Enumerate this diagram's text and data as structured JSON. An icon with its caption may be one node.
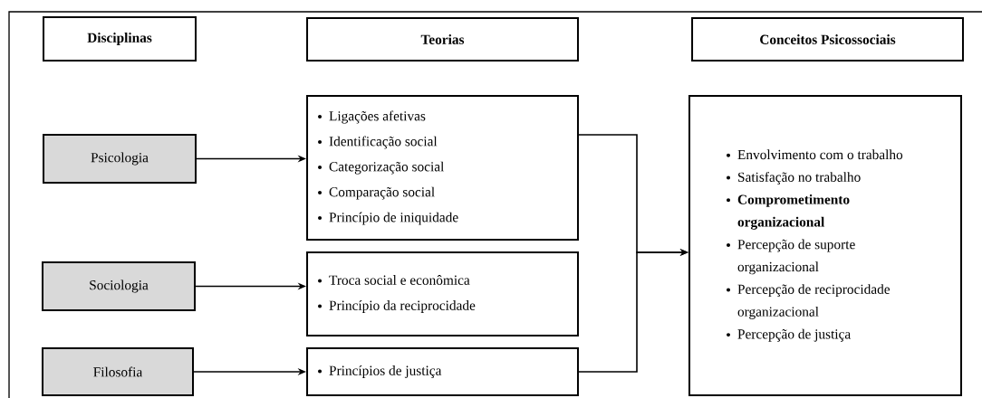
{
  "diagram": {
    "nodes": [
      {
        "text": [
          "Disciplinas"
        ]
      },
      {
        "text": [
          "Teorias"
        ]
      },
      {
        "text": [
          "Conceitos Psicossociais"
        ]
      },
      {
        "text": [
          "Psicologia"
        ]
      },
      {
        "text": [
          "Ligações afetivas",
          "Identificação social",
          "Categorização social",
          "Comparação social",
          "Princípio de iniquidade"
        ]
      },
      {
        "text": [
          "Sociologia"
        ]
      },
      {
        "text": [
          "Troca social e econômica",
          "Princípio da reciprocidade"
        ]
      },
      {
        "text": [
          "Filosofia"
        ]
      },
      {
        "text": [
          "Princípios de justiça"
        ]
      },
      {
        "text": [
          "Envolvimento com o trabalho",
          "Satisfação no trabalho",
          "**Comprometimento organizacional**",
          "Percepção de suporte organizacional",
          "Percepção de reciprocidade organizacional",
          "Percepção de justiça"
        ]
      }
    ],
    "edges": [
      {
        "from": 3,
        "to": 4,
        "arrow": "to"
      },
      {
        "from": 5,
        "to": 6,
        "arrow": "to"
      },
      {
        "from": 7,
        "to": 8,
        "arrow": "to"
      },
      {
        "from": 4,
        "to": 9,
        "arrow": "to"
      },
      {
        "from": 8,
        "to": 9,
        "arrow": "to"
      }
    ]
  }
}
